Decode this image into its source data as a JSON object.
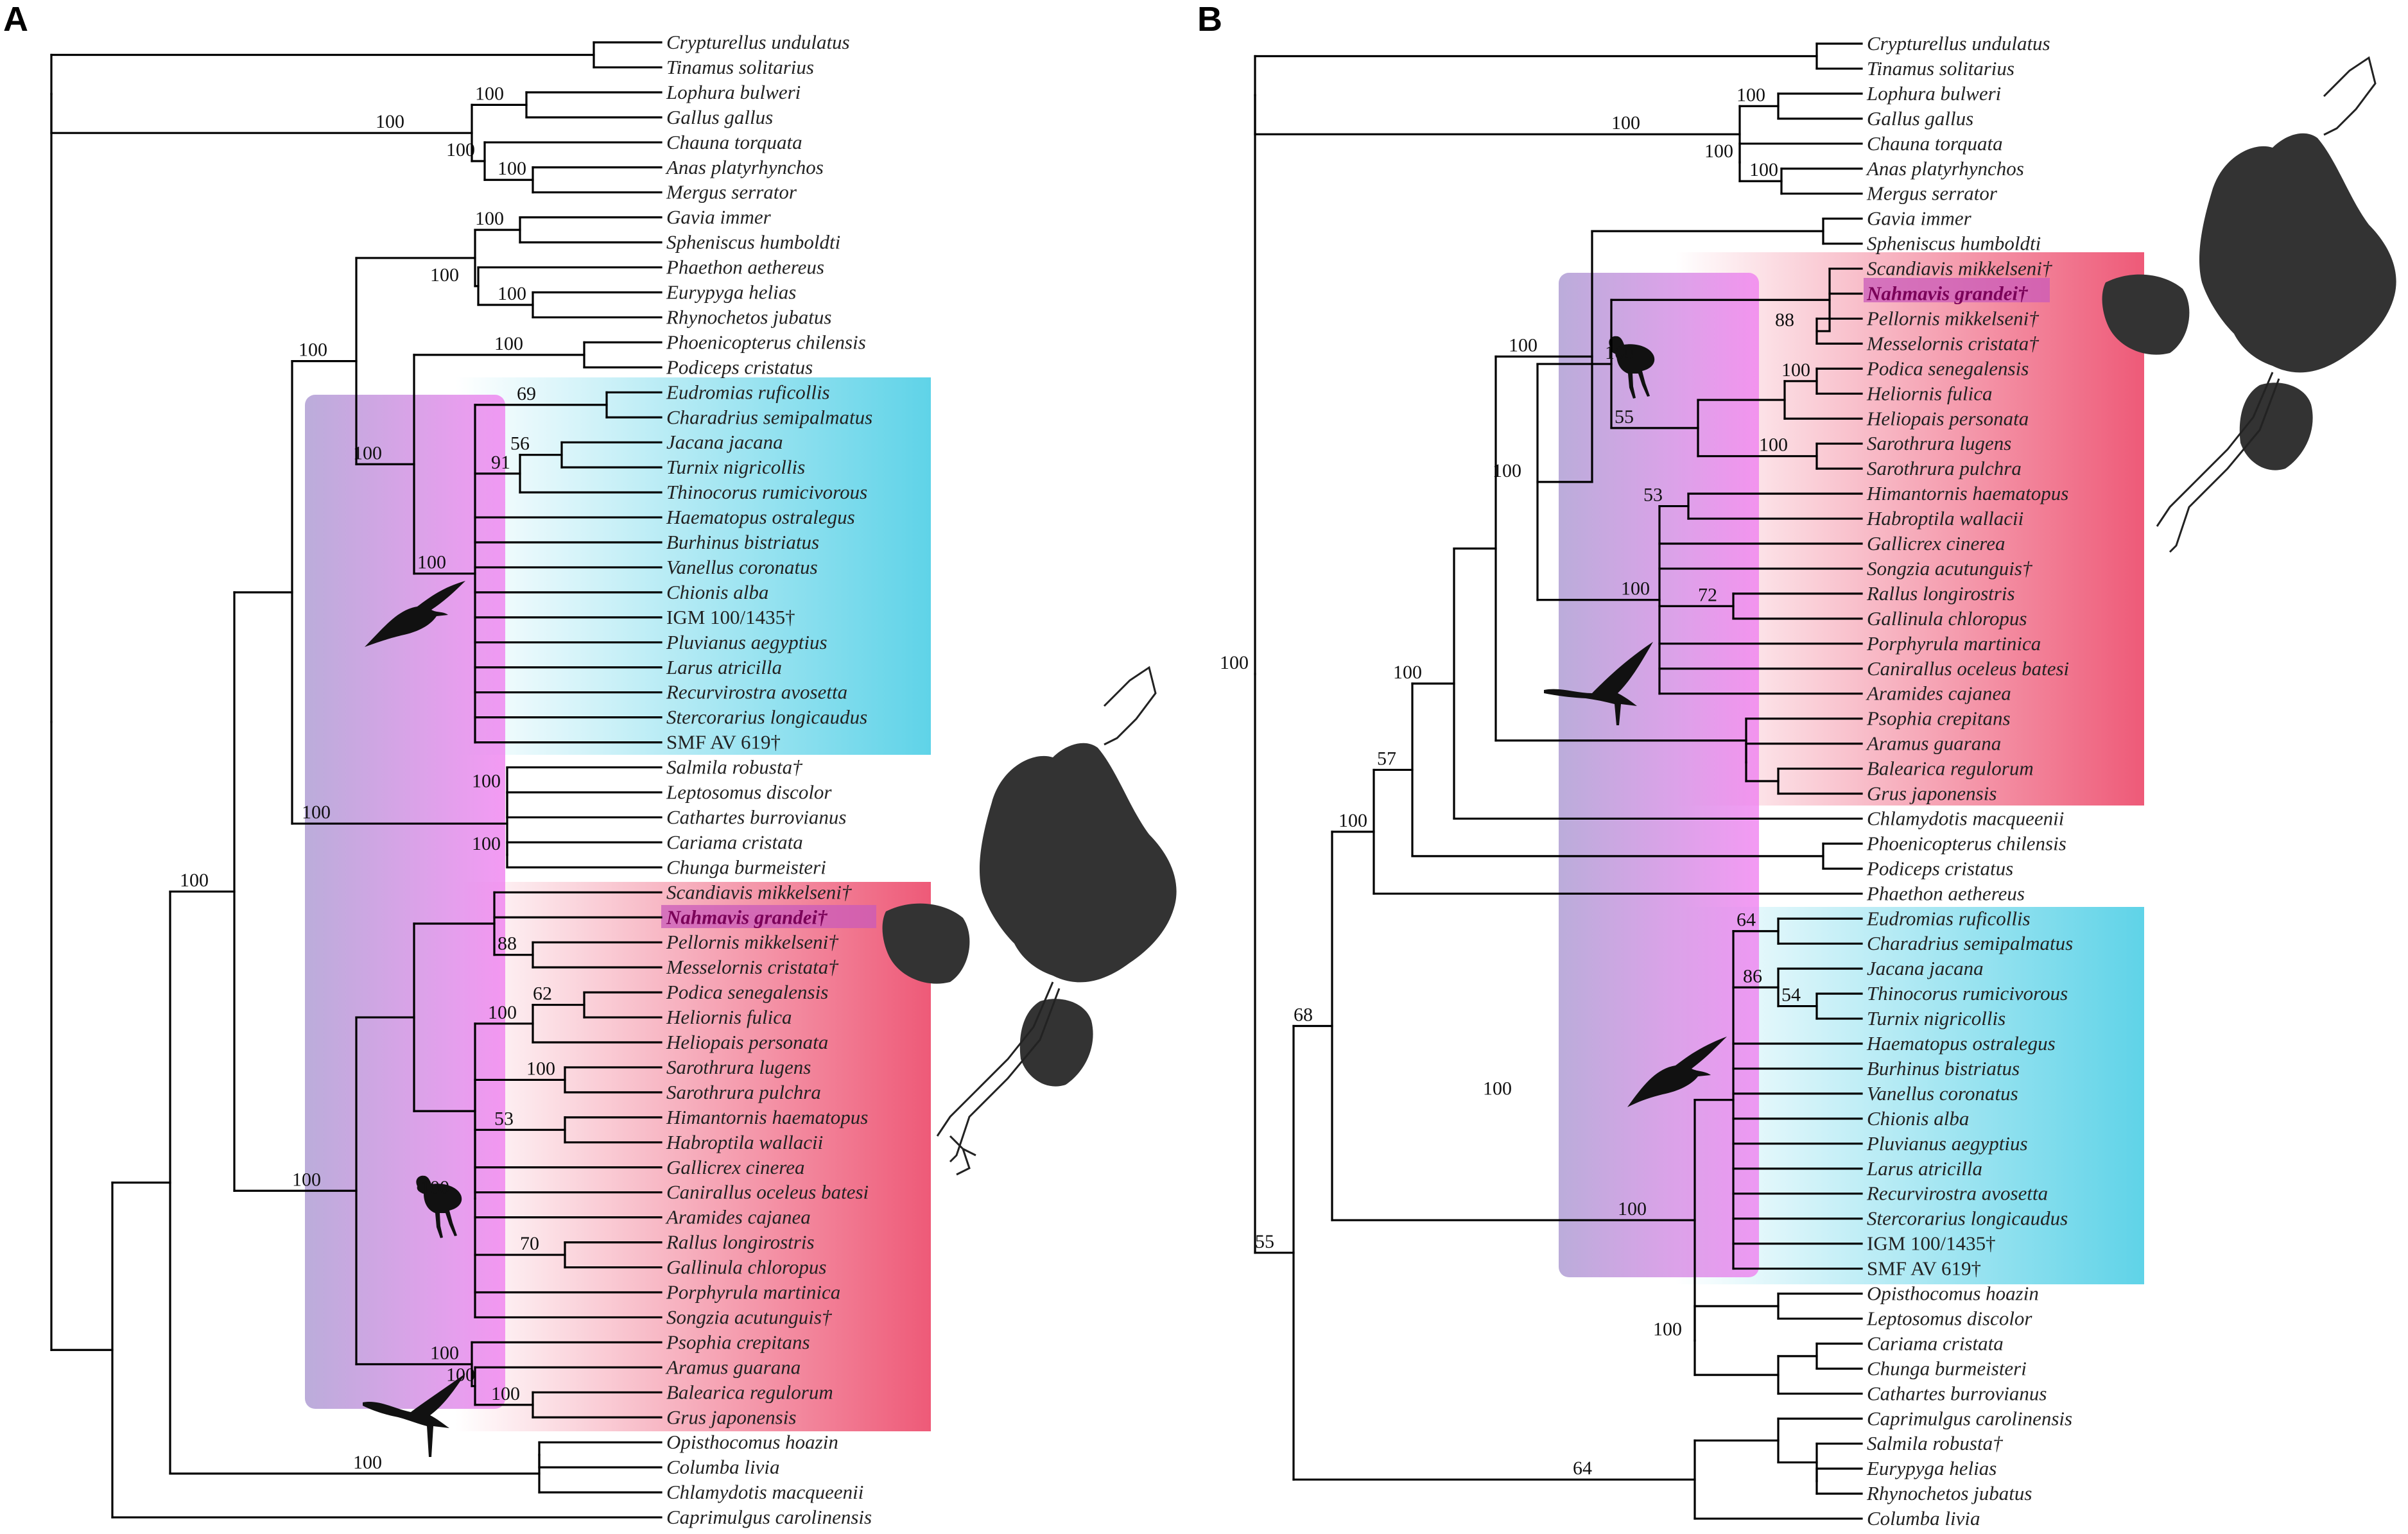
{
  "panel_a": {
    "label": "A",
    "tips": [
      {
        "name": "Crypturellus undulatus",
        "fossil": false
      },
      {
        "name": "Tinamus solitarius",
        "fossil": false
      },
      {
        "name": "Lophura bulweri",
        "fossil": false
      },
      {
        "name": "Gallus gallus",
        "fossil": false
      },
      {
        "name": "Chauna torquata",
        "fossil": false
      },
      {
        "name": "Anas platyrhynchos",
        "fossil": false
      },
      {
        "name": "Mergus serrator",
        "fossil": false
      },
      {
        "name": "Gavia immer",
        "fossil": false
      },
      {
        "name": "Spheniscus humboldti",
        "fossil": false
      },
      {
        "name": "Phaethon aethereus",
        "fossil": false
      },
      {
        "name": "Eurypyga helias",
        "fossil": false
      },
      {
        "name": "Rhynochetos jubatus",
        "fossil": false
      },
      {
        "name": "Phoenicopterus chilensis",
        "fossil": false
      },
      {
        "name": "Podiceps cristatus",
        "fossil": false
      },
      {
        "name": "Eudromias ruficollis",
        "fossil": false
      },
      {
        "name": "Charadrius semipalmatus",
        "fossil": false
      },
      {
        "name": "Jacana jacana",
        "fossil": false
      },
      {
        "name": "Turnix nigricollis",
        "fossil": false
      },
      {
        "name": "Thinocorus rumicivorous",
        "fossil": false
      },
      {
        "name": "Haematopus ostralegus",
        "fossil": false
      },
      {
        "name": "Burhinus bistriatus",
        "fossil": false
      },
      {
        "name": "Vanellus coronatus",
        "fossil": false
      },
      {
        "name": "Chionis alba",
        "fossil": false
      },
      {
        "name": "IGM 100/1435†",
        "fossil": true,
        "specimen": true
      },
      {
        "name": "Pluvianus aegyptius",
        "fossil": false
      },
      {
        "name": "Larus atricilla",
        "fossil": false
      },
      {
        "name": "Recurvirostra avosetta",
        "fossil": false
      },
      {
        "name": "Stercorarius longicaudus",
        "fossil": false
      },
      {
        "name": "SMF AV 619†",
        "fossil": true,
        "specimen": true
      },
      {
        "name": "Salmila robusta†",
        "fossil": true
      },
      {
        "name": "Leptosomus discolor",
        "fossil": false
      },
      {
        "name": "Cathartes burrovianus",
        "fossil": false
      },
      {
        "name": "Cariama cristata",
        "fossil": false
      },
      {
        "name": "Chunga burmeisteri",
        "fossil": false
      },
      {
        "name": "Scandiavis mikkelseni†",
        "fossil": true
      },
      {
        "name": "Nahmavis grandei†",
        "fossil": true,
        "highlight": true
      },
      {
        "name": "Pellornis mikkelseni†",
        "fossil": true
      },
      {
        "name": "Messelornis cristata†",
        "fossil": true
      },
      {
        "name": "Podica senegalensis",
        "fossil": false
      },
      {
        "name": "Heliornis fulica",
        "fossil": false
      },
      {
        "name": "Heliopais personata",
        "fossil": false
      },
      {
        "name": "Sarothrura lugens",
        "fossil": false
      },
      {
        "name": "Sarothrura pulchra",
        "fossil": false
      },
      {
        "name": "Himantornis haematopus",
        "fossil": false
      },
      {
        "name": "Habroptila wallacii",
        "fossil": false
      },
      {
        "name": "Gallicrex cinerea",
        "fossil": false
      },
      {
        "name": "Canirallus oceleus batesi",
        "fossil": false
      },
      {
        "name": "Aramides cajanea",
        "fossil": false
      },
      {
        "name": "Rallus longirostris",
        "fossil": false
      },
      {
        "name": "Gallinula chloropus",
        "fossil": false
      },
      {
        "name": "Porphyrula martinica",
        "fossil": false
      },
      {
        "name": "Songzia acutunguis†",
        "fossil": true
      },
      {
        "name": "Psophia crepitans",
        "fossil": false
      },
      {
        "name": "Aramus guarana",
        "fossil": false
      },
      {
        "name": "Balearica regulorum",
        "fossil": false
      },
      {
        "name": "Grus japonensis",
        "fossil": false
      },
      {
        "name": "Opisthocomus hoazin",
        "fossil": false
      },
      {
        "name": "Columba livia",
        "fossil": false
      },
      {
        "name": "Chlamydotis macqueenii",
        "fossil": false
      },
      {
        "name": "Caprimulgus carolinensis",
        "fossil": false
      }
    ],
    "supports": [
      "100",
      "100",
      "100",
      "100",
      "100",
      "100",
      "100",
      "100",
      "100",
      "100",
      "69",
      "91",
      "56",
      "100",
      "100",
      "100",
      "100",
      "100",
      "88",
      "100",
      "62",
      "100",
      "53",
      "100",
      "70",
      "100",
      "100",
      "100",
      "100",
      "100",
      "100"
    ],
    "clade_colors": {
      "shore": "#5fd3e8",
      "gruiform": "#ee5a78",
      "overlay": "#b08ad8"
    }
  },
  "panel_b": {
    "label": "B",
    "tips": [
      {
        "name": "Crypturellus undulatus",
        "fossil": false
      },
      {
        "name": "Tinamus solitarius",
        "fossil": false
      },
      {
        "name": "Lophura bulweri",
        "fossil": false
      },
      {
        "name": "Gallus gallus",
        "fossil": false
      },
      {
        "name": "Chauna torquata",
        "fossil": false
      },
      {
        "name": "Anas platyrhynchos",
        "fossil": false
      },
      {
        "name": "Mergus serrator",
        "fossil": false
      },
      {
        "name": "Gavia immer",
        "fossil": false
      },
      {
        "name": "Spheniscus humboldti",
        "fossil": false
      },
      {
        "name": "Scandiavis mikkelseni†",
        "fossil": true
      },
      {
        "name": "Nahmavis grandei†",
        "fossil": true,
        "highlight": true
      },
      {
        "name": "Pellornis mikkelseni†",
        "fossil": true
      },
      {
        "name": "Messelornis cristata†",
        "fossil": true
      },
      {
        "name": "Podica senegalensis",
        "fossil": false
      },
      {
        "name": "Heliornis fulica",
        "fossil": false
      },
      {
        "name": "Heliopais personata",
        "fossil": false
      },
      {
        "name": "Sarothrura lugens",
        "fossil": false
      },
      {
        "name": "Sarothrura pulchra",
        "fossil": false
      },
      {
        "name": "Himantornis haematopus",
        "fossil": false
      },
      {
        "name": "Habroptila wallacii",
        "fossil": false
      },
      {
        "name": "Gallicrex cinerea",
        "fossil": false
      },
      {
        "name": "Songzia acutunguis†",
        "fossil": true
      },
      {
        "name": "Rallus longirostris",
        "fossil": false
      },
      {
        "name": "Gallinula chloropus",
        "fossil": false
      },
      {
        "name": "Porphyrula martinica",
        "fossil": false
      },
      {
        "name": "Canirallus oceleus batesi",
        "fossil": false
      },
      {
        "name": "Aramides cajanea",
        "fossil": false
      },
      {
        "name": "Psophia crepitans",
        "fossil": false
      },
      {
        "name": "Aramus guarana",
        "fossil": false
      },
      {
        "name": "Balearica regulorum",
        "fossil": false
      },
      {
        "name": "Grus japonensis",
        "fossil": false
      },
      {
        "name": "Chlamydotis macqueenii",
        "fossil": false
      },
      {
        "name": "Phoenicopterus chilensis",
        "fossil": false
      },
      {
        "name": "Podiceps cristatus",
        "fossil": false
      },
      {
        "name": "Phaethon aethereus",
        "fossil": false
      },
      {
        "name": "Eudromias ruficollis",
        "fossil": false
      },
      {
        "name": "Charadrius semipalmatus",
        "fossil": false
      },
      {
        "name": "Jacana jacana",
        "fossil": false
      },
      {
        "name": "Thinocorus rumicivorous",
        "fossil": false
      },
      {
        "name": "Turnix nigricollis",
        "fossil": false
      },
      {
        "name": "Haematopus ostralegus",
        "fossil": false
      },
      {
        "name": "Burhinus bistriatus",
        "fossil": false
      },
      {
        "name": "Vanellus coronatus",
        "fossil": false
      },
      {
        "name": "Chionis alba",
        "fossil": false
      },
      {
        "name": "Pluvianus aegyptius",
        "fossil": false
      },
      {
        "name": "Larus atricilla",
        "fossil": false
      },
      {
        "name": "Recurvirostra avosetta",
        "fossil": false
      },
      {
        "name": "Stercorarius longicaudus",
        "fossil": false
      },
      {
        "name": "IGM 100/1435†",
        "fossil": true,
        "specimen": true
      },
      {
        "name": "SMF AV 619†",
        "fossil": true,
        "specimen": true
      },
      {
        "name": "Opisthocomus hoazin",
        "fossil": false
      },
      {
        "name": "Leptosomus discolor",
        "fossil": false
      },
      {
        "name": "Cariama cristata",
        "fossil": false
      },
      {
        "name": "Chunga burmeisteri",
        "fossil": false
      },
      {
        "name": "Cathartes burrovianus",
        "fossil": false
      },
      {
        "name": "Caprimulgus carolinensis",
        "fossil": false
      },
      {
        "name": "Salmila robusta†",
        "fossil": true
      },
      {
        "name": "Eurypyga helias",
        "fossil": false
      },
      {
        "name": "Rhynochetos jubatus",
        "fossil": false
      },
      {
        "name": "Columba livia",
        "fossil": false
      }
    ],
    "supports": [
      "100",
      "100",
      "100",
      "100",
      "100",
      "100",
      "88",
      "55",
      "100",
      "100",
      "100",
      "100",
      "72",
      "53",
      "100",
      "72",
      "100",
      "100",
      "100",
      "100",
      "100",
      "57",
      "100",
      "68",
      "55",
      "100",
      "64",
      "86",
      "54",
      "100",
      "100",
      "100",
      "100",
      "100",
      "64",
      "100"
    ],
    "clade_colors": {
      "shore": "#5fd3e8",
      "gruiform": "#ee5a78",
      "overlay": "#b08ad8"
    }
  }
}
